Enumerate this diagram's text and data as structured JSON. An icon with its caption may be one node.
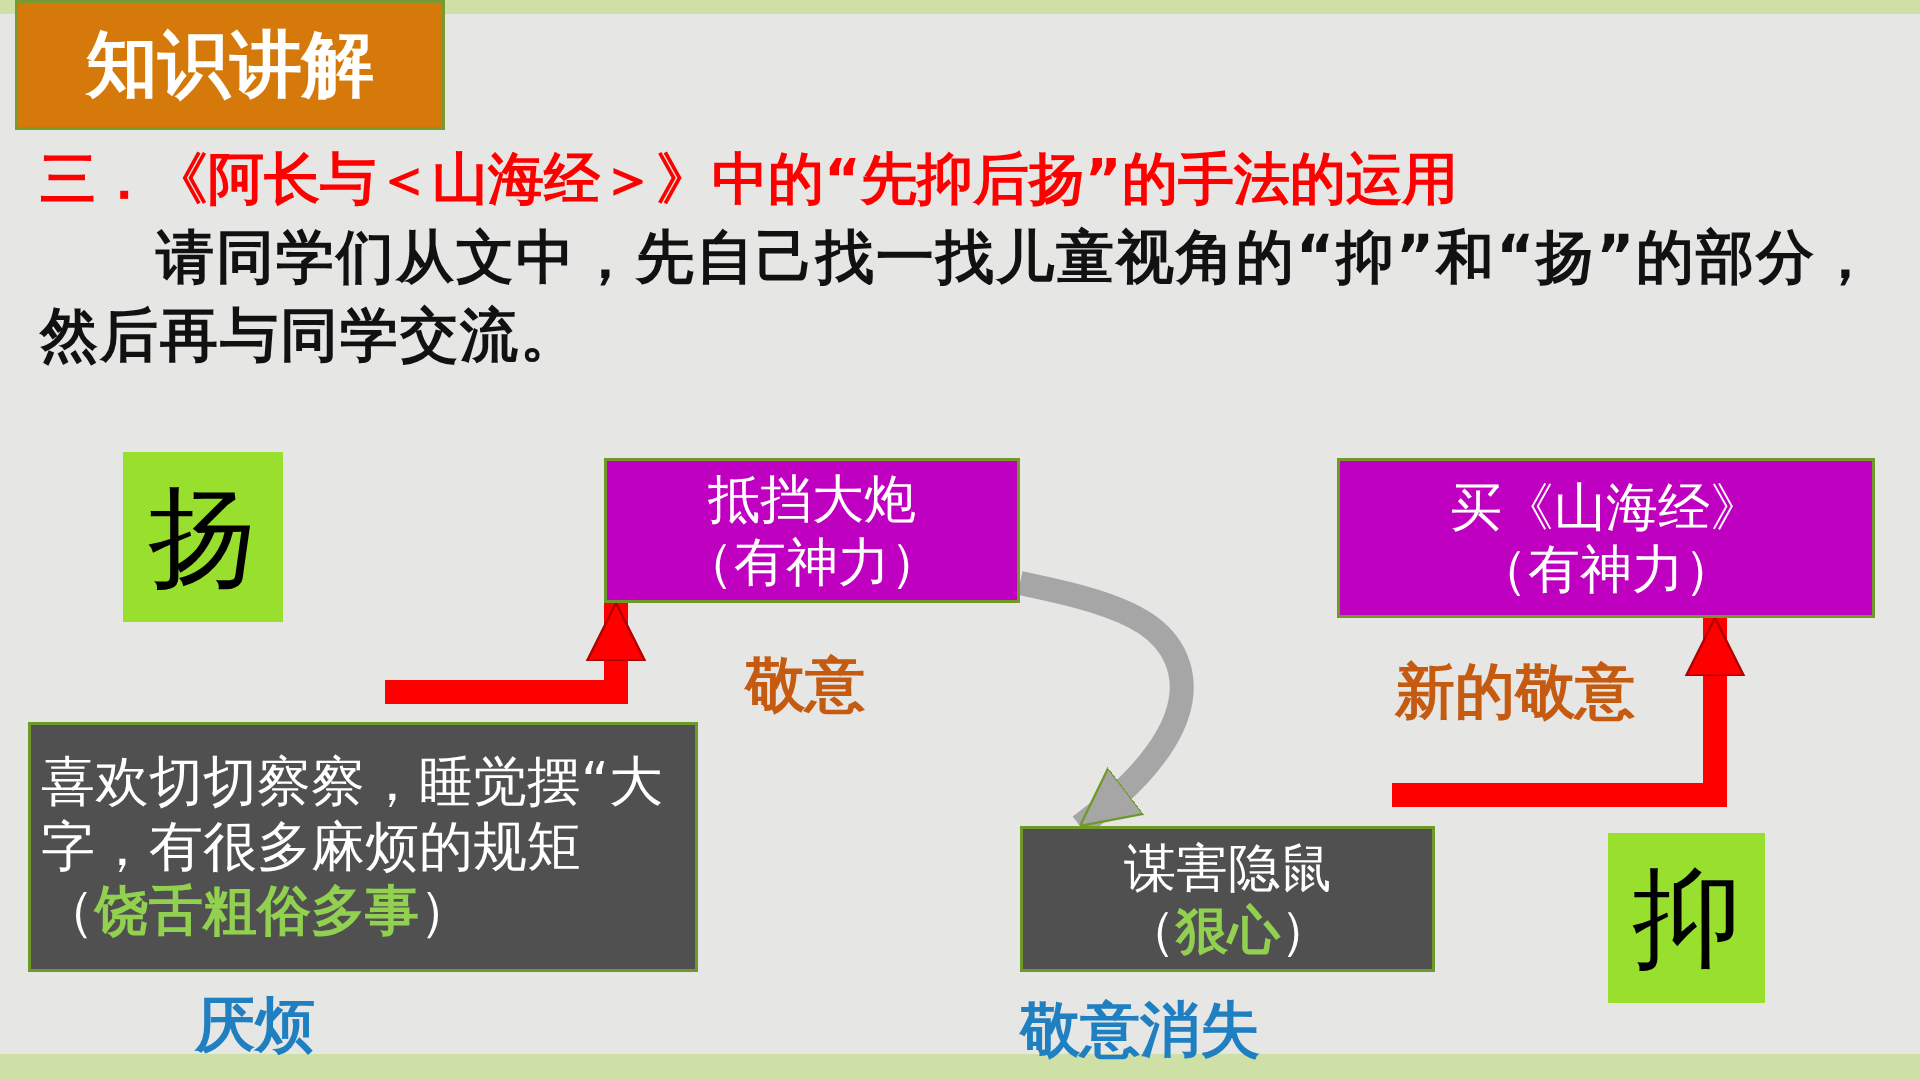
{
  "diagram": {
    "title": "三．《阿长与＜山海经＞》中的“先抑后扬”的手法的运用",
    "nodes": [
      {
        "text": [
          "扬"
        ]
      },
      {
        "text": [
          "抵挡大炮",
          "（有神力）"
        ]
      },
      {
        "text": [
          "喜欢切切察察，睡觉摆“大字，有很多麻烦的规矩（**饶舌粗俗多事**）"
        ],
        "beside": [
          "厌烦"
        ]
      },
      {
        "text": [
          "谋害隐鼠",
          "（**狠心**）"
        ],
        "beside": [
          "敬意消失"
        ]
      },
      {
        "text": [
          "买《山海经》",
          "（有神力）"
        ],
        "beside": [
          "新的敬意"
        ]
      },
      {
        "text": [
          "抑"
        ]
      }
    ],
    "edges": [
      {
        "from": null,
        "to": 1,
        "arrow": "to"
      },
      {
        "from": 1,
        "to": 3,
        "arrow": "to",
        "color": "#a6a6a6"
      },
      {
        "from": null,
        "to": 4,
        "arrow": "to"
      }
    ],
    "labels": [
      "知识讲解",
      "请同学们从文中，先自己找一找儿童视角的“抑”和“扬”的部分，然后再与同学交流。",
      "敬意"
    ]
  }
}
